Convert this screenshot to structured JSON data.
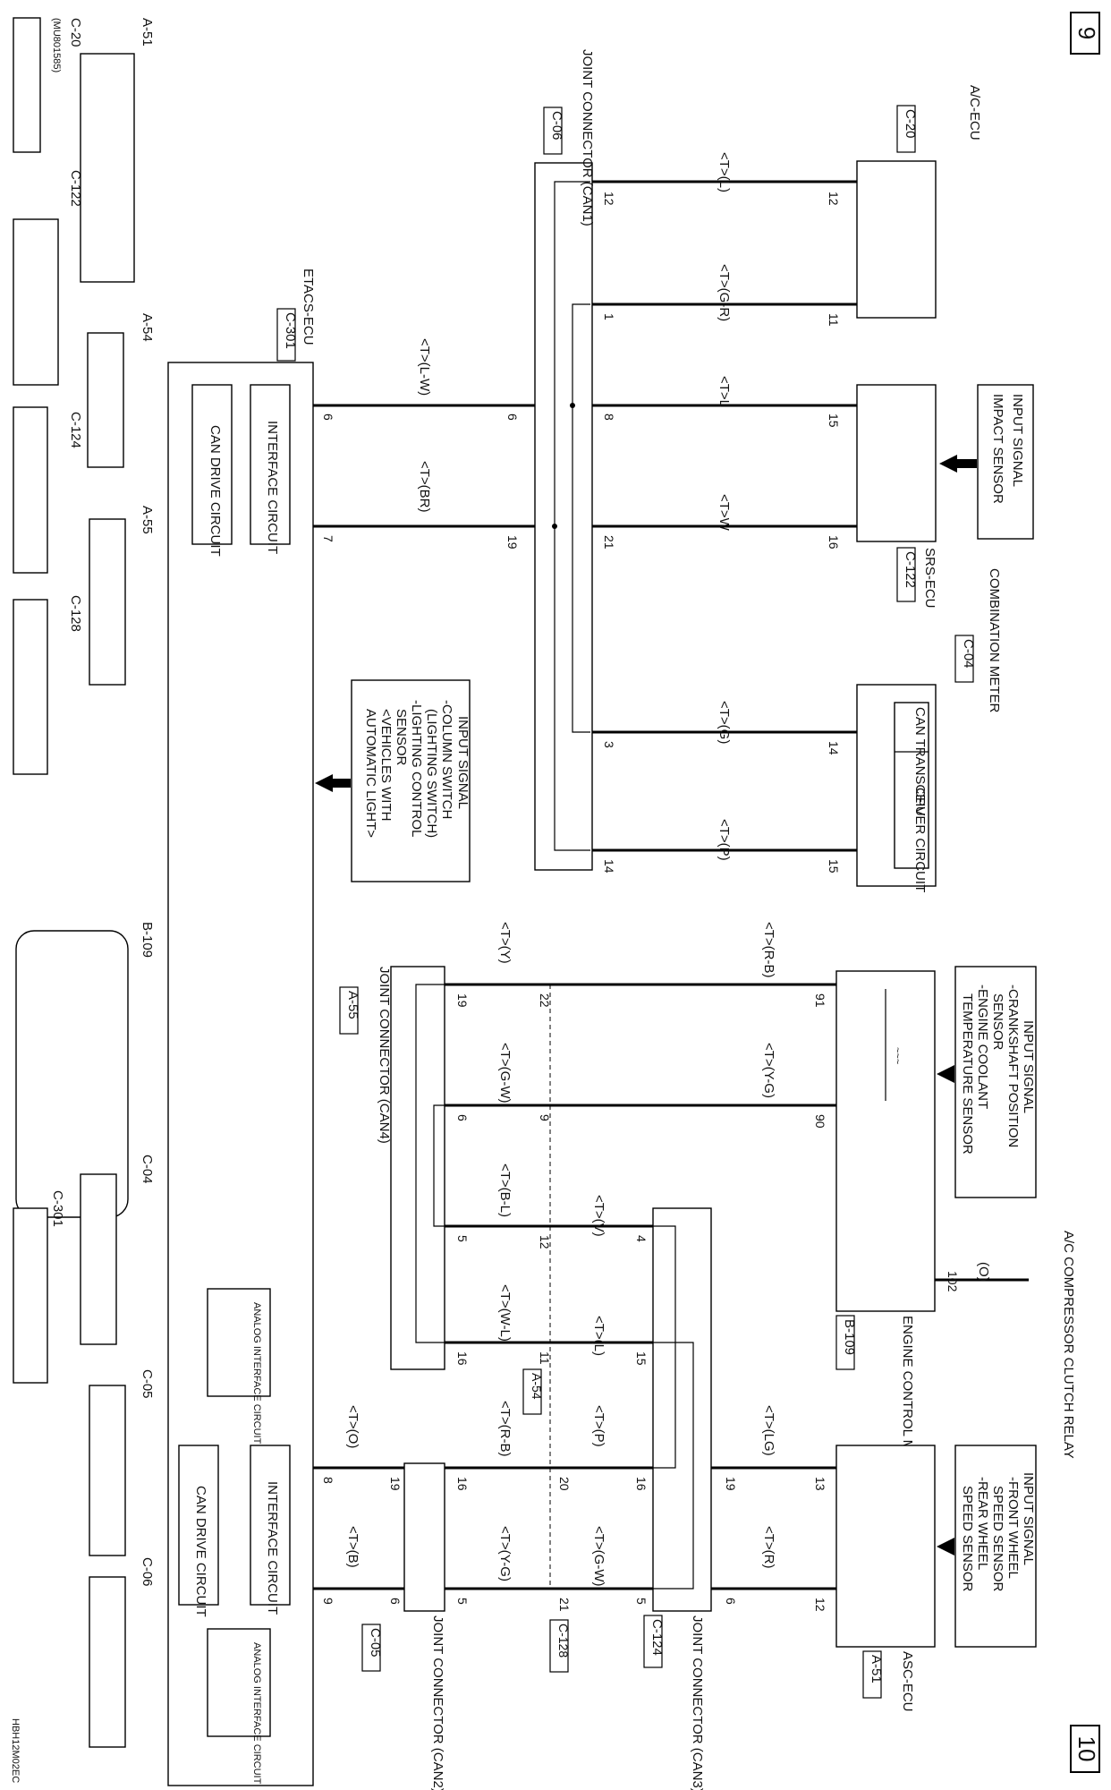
{
  "page_numbers": {
    "top": "9",
    "bottom": "10"
  },
  "figure_code": "HBH12M02EC",
  "components": {
    "ac_ecu": {
      "name": "A/C-ECU",
      "ref": "C-20"
    },
    "srs_ecu": {
      "name": "SRS-ECU",
      "ref": "C-122"
    },
    "combination_meter": {
      "name": "COMBINATION METER",
      "ref": "C-04",
      "cpu": "CPU",
      "transceiver": "CAN TRANSCEIVER CIRCUIT"
    },
    "engine_control_module": {
      "name": "ENGINE CONTROL MODULE",
      "ref": "B-109"
    },
    "asc_ecu": {
      "name": "ASC-ECU",
      "ref": "A-51"
    },
    "etacs_ecu": {
      "name": "ETACS-ECU",
      "ref": "C-301"
    },
    "joint_can1": {
      "name": "JOINT CONNECTOR (CAN1)",
      "ref": "C-06"
    },
    "joint_can4": {
      "name": "JOINT CONNECTOR (CAN4)",
      "ref": "A-55"
    },
    "joint_can3": {
      "name": "JOINT CONNECTOR (CAN3)",
      "ref": "C-124"
    },
    "joint_can2": {
      "name": "JOINT CONNECTOR (CAN2)",
      "ref": "C-05"
    },
    "relay": {
      "name": "A/C COMPRESSOR CLUTCH RELAY"
    }
  },
  "circuits": {
    "interface": "INTERFACE CIRCUIT",
    "can_drive": "CAN DRIVE CIRCUIT",
    "analog_interface": "ANALOG INTERFACE CIRCUIT"
  },
  "input_signals": {
    "impact": {
      "title": "INPUT SIGNAL",
      "items": [
        "IMPACT SENSOR"
      ]
    },
    "lighting": {
      "title": "INPUT SIGNAL",
      "items": [
        "-COLUMN SWITCH",
        "(LIGHTING SWITCH)",
        "-LIGHTING CONTROL",
        "SENSOR",
        "<VEHICLES WITH",
        "AUTOMATIC LIGHT>"
      ]
    },
    "engine": {
      "title": "INPUT SIGNAL",
      "items": [
        "-CRANKSHAFT POSITION",
        "SENSOR",
        "-ENGINE COOLANT",
        "TEMPERATURE SENSOR"
      ]
    },
    "wheel": {
      "title": "INPUT SIGNAL",
      "items": [
        "-FRONT WHEEL",
        "SPEED SENSOR",
        "-REAR WHEEL",
        "SPEED SENSOR"
      ]
    }
  },
  "wire_labels": {
    "ac1": "<T>(L)",
    "ac2": "<T>(G-R)",
    "srs1": "<T>L",
    "srs2": "<T>W",
    "cm1": "<T>(G)",
    "cm2": "<T>(P)",
    "et1": "<T>(L-W)",
    "et2": "<T>(BR)",
    "ecm1": "<T>(R-B)",
    "ecm2": "<T>(Y-G)",
    "ecm1b": "<T>(Y)",
    "ecm2b": "<T>(G-W)",
    "c3a": "<T>(V)",
    "c3b": "<T>(L)",
    "c3a_b": "<T>(B-L)",
    "c3b_b": "<T>(W-L)",
    "asc1": "<T>(LG)",
    "asc2": "<T>(R)",
    "asc1b": "<T>(P)",
    "asc2b": "<T>(G-W)",
    "mid1": "<T>(R-B)",
    "mid2": "<T>(Y-G)",
    "et3": "<T>(O)",
    "et4": "<T>(B)",
    "relay": "(O)"
  },
  "pins": {
    "ac1": "12",
    "ac2": "11",
    "srs1": "15",
    "srs2": "16",
    "cm1": "14",
    "cm2": "15",
    "j1a": "12",
    "j1b": "1",
    "j1c": "8",
    "j1d": "21",
    "j1e": "3",
    "j1f": "14",
    "j1g": "6",
    "j1h": "19",
    "et1": "6",
    "et2": "7",
    "ecm1": "91",
    "ecm2": "90",
    "relay": "102",
    "j4a": "22",
    "j4b": "9",
    "j4c": "12",
    "j4d": "11",
    "j4e": "19",
    "j4f": "6",
    "j4g": "5",
    "j4h": "16",
    "j3a": "4",
    "j3b": "15",
    "j3c": "16",
    "j3d": "5",
    "asc1": "13",
    "asc2": "12",
    "asc1b": "19",
    "asc2b": "6",
    "m1": "20",
    "m2": "21",
    "j2a": "16",
    "j2b": "5",
    "j2c": "19",
    "j2d": "6",
    "et3": "8",
    "et4": "9"
  },
  "connector_refs": {
    "a54": "A-54",
    "c128": "C-128"
  },
  "legend_refs": [
    "A-51",
    "C-20",
    "C-122",
    "A-54",
    "C-124",
    "A-55",
    "C-128",
    "B-109",
    "C-04",
    "C-301",
    "C-05",
    "C-06"
  ],
  "legend_note": "(MU801585)"
}
